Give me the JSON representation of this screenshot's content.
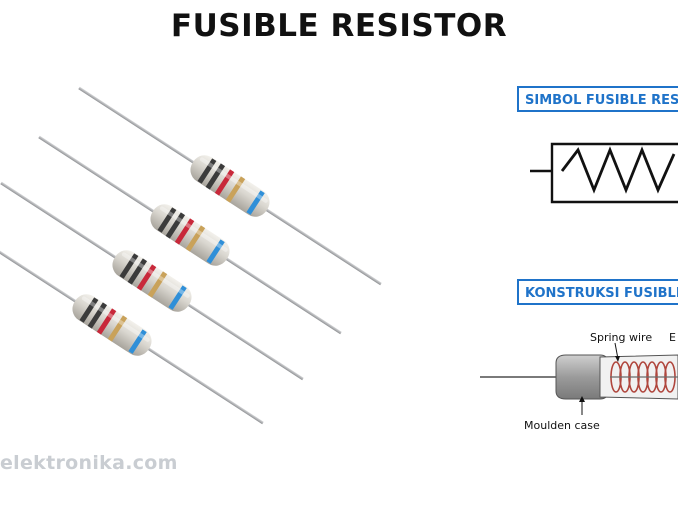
{
  "header": {
    "title": "FUSIBLE RESISTOR"
  },
  "watermark": {
    "text": "elektronika.com"
  },
  "symbol_panel": {
    "label": "SIMBOL FUSIBLE RESISTOR"
  },
  "construction_panel": {
    "label": "KONSTRUKSI FUSIBLE RESISTOR",
    "annotations": {
      "spring_wire": "Spring wire",
      "partial": "E",
      "moulden_case": "Moulden case"
    }
  },
  "resistor_colors": {
    "body": "#d9d6cf",
    "lead": "#a9aaad",
    "bands": [
      "#3b3b3b",
      "#3b3b3b",
      "#c8283a",
      "#c9a25a",
      "#2f8fd8"
    ]
  },
  "accent_color": "#1f73c9"
}
